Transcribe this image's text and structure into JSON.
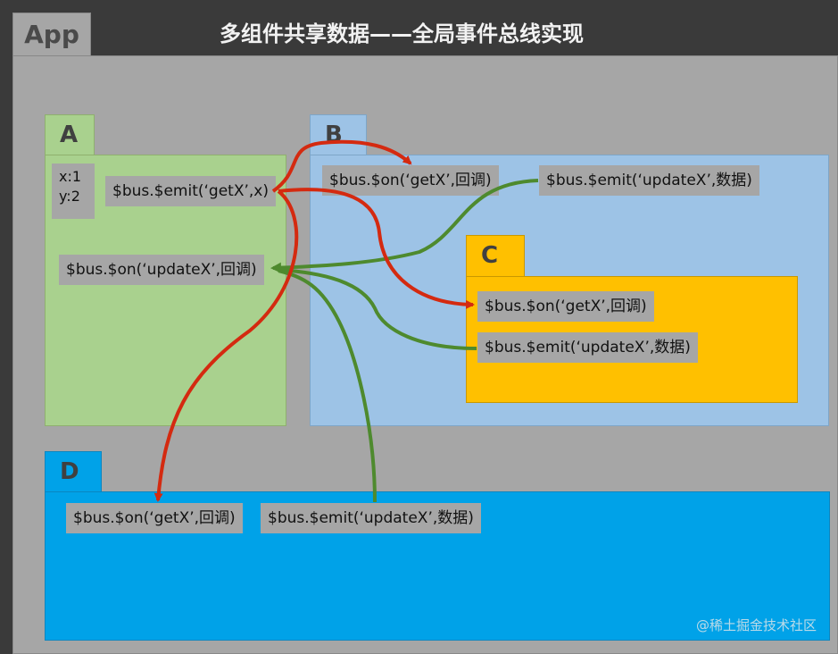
{
  "app_label": "App",
  "title": "多组件共享数据——全局事件总线实现",
  "components": {
    "A": {
      "label": "A",
      "data_lines": [
        "x:1",
        "y:2"
      ],
      "emit_code": "$bus.$emit(‘getX’,x)",
      "on_code": "$bus.$on(‘updateX’,回调)"
    },
    "B": {
      "label": "B",
      "on_code": "$bus.$on(‘getX’,回调)",
      "emit_code": "$bus.$emit(‘updateX’,数据)"
    },
    "C": {
      "label": "C",
      "on_code": "$bus.$on(‘getX’,回调)",
      "emit_code": "$bus.$emit(‘updateX’,数据)"
    },
    "D": {
      "label": "D",
      "on_code": "$bus.$on(‘getX’,回调)",
      "emit_code": "$bus.$emit(‘updateX’,数据)"
    }
  },
  "colors": {
    "A": "#a9d18e",
    "B": "#9dc3e6",
    "C": "#ffc000",
    "D": "#00a2e8",
    "getX_arrow": "#d42a10",
    "updateX_arrow": "#4e8a2e"
  },
  "watermark": "@稀土掘金技术社区"
}
